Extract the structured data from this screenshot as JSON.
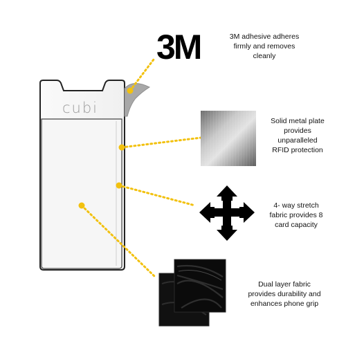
{
  "product": {
    "brand_text": "cubi"
  },
  "features": [
    {
      "id": "adhesive",
      "icon": "3m-logo-icon",
      "logo_text": "3M",
      "caption": "3M adhesive adheres\nfirmly and removes\ncleanly"
    },
    {
      "id": "metal-plate",
      "icon": "brushed-metal-swatch-icon",
      "caption": "Solid metal plate\nprovides\nunparalleled\nRFID protection"
    },
    {
      "id": "stretch",
      "icon": "four-way-arrows-icon",
      "caption": "4- way stretch\nfabric provides 8\ncard capacity"
    },
    {
      "id": "fabric",
      "icon": "fabric-swatch-icon",
      "caption": "Dual layer fabric\nprovides durability and\nenhances phone grip"
    }
  ],
  "colors": {
    "callout_dot": "#f2c10f",
    "sleeve_outline": "#222222",
    "tab": "#a8a8a8",
    "brand_text": "#9a9a9a"
  }
}
